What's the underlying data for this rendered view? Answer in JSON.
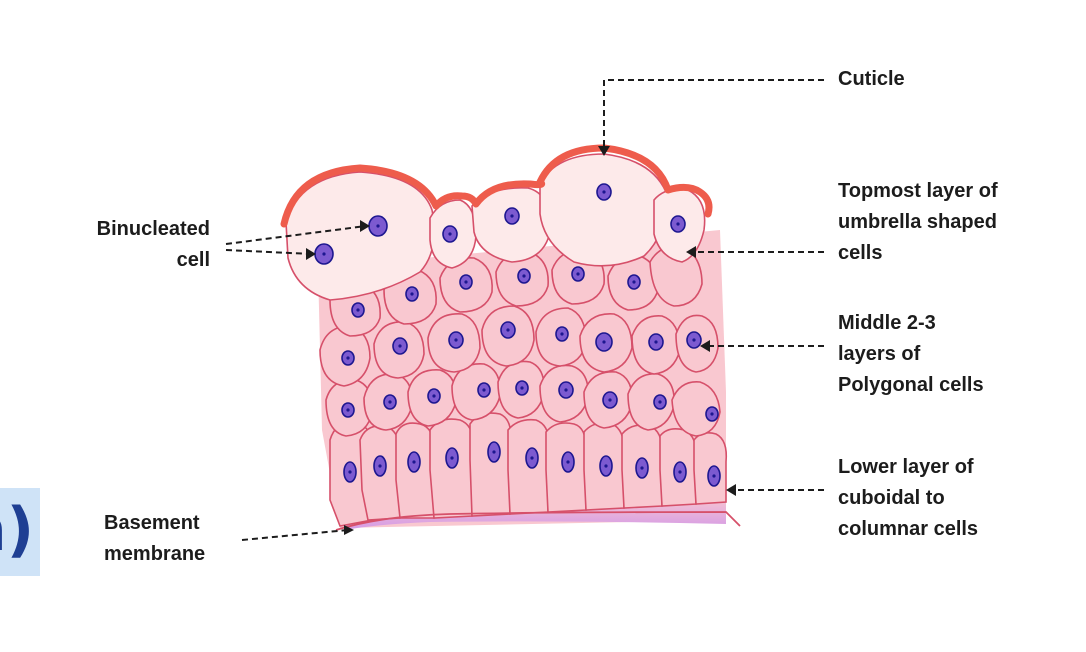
{
  "labels": {
    "cuticle": "Cuticle",
    "binucleated": [
      "Binucleated",
      "cell"
    ],
    "topmost": [
      "Topmost layer of",
      "umbrella shaped",
      "cells"
    ],
    "middle": [
      "Middle 2-3",
      "layers of",
      "Polygonal cells"
    ],
    "lower": [
      "Lower layer of",
      "cuboidal to",
      "columnar cells"
    ],
    "basement": [
      "Basement",
      "membrane"
    ]
  },
  "side_fragment": "n)",
  "colors": {
    "cell_fill": "#f9c8d0",
    "cell_outline": "#d6506a",
    "umbrella_fill": "#fdeaea",
    "cuticle": "#ee5c4c",
    "nucleus_fill": "#7c5ad0",
    "nucleus_outline": "#1d1790",
    "basement": "#c98ee6",
    "label_text": "#1c1c1c",
    "side_box": "#cfe3f7",
    "side_text": "#1f3f93"
  }
}
